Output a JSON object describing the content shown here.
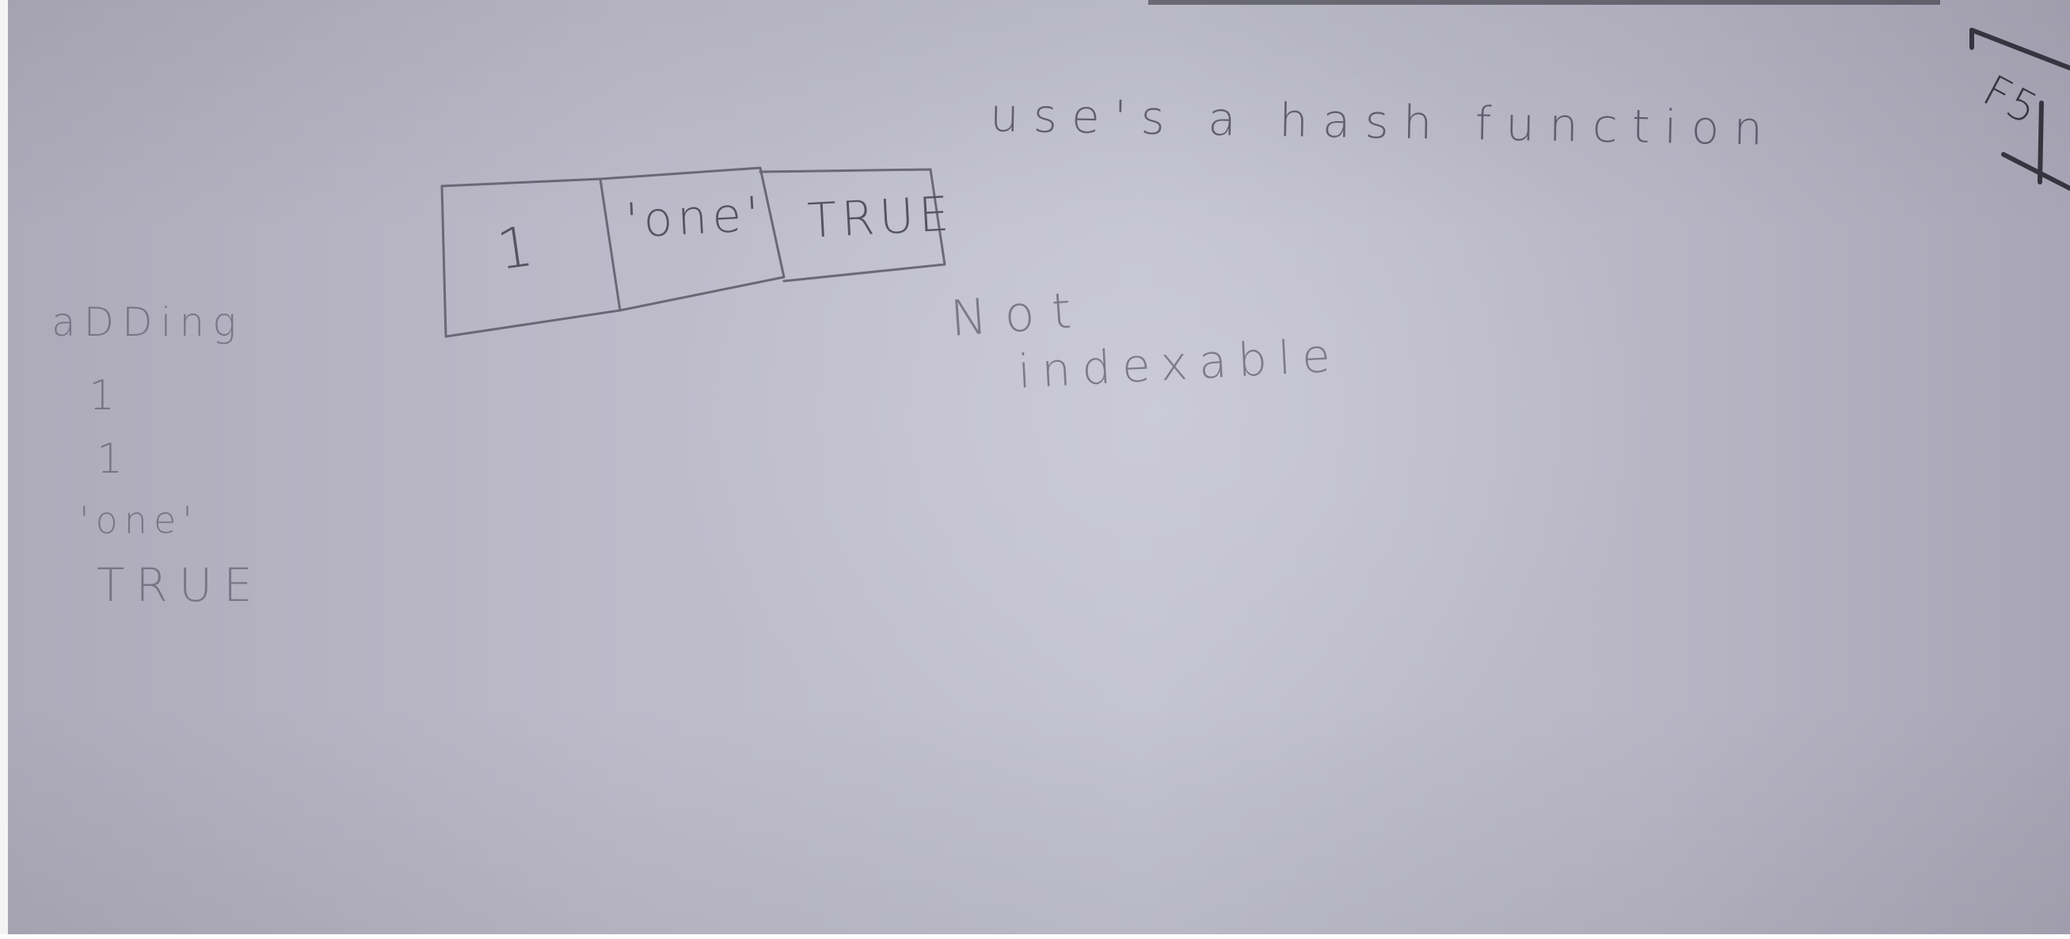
{
  "note": {
    "heading": "use's a hash function",
    "set_cells": [
      "1",
      "'one'",
      "TRUE"
    ],
    "side_note": {
      "line1": "Not",
      "line2": "indexable"
    },
    "adding_list": {
      "title": "aDDing",
      "items": [
        "1",
        "1",
        "'one'",
        "TRUE"
      ]
    },
    "corner_mark": "F5"
  }
}
